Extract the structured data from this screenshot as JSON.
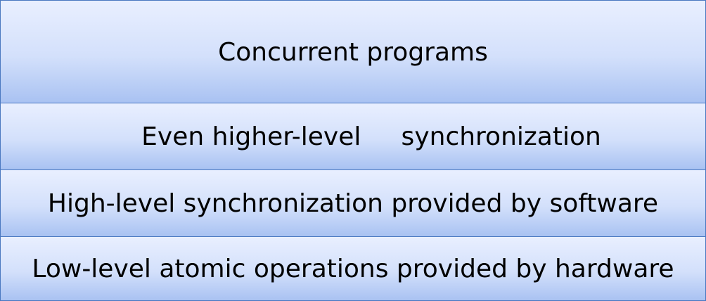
{
  "layers": [
    {
      "label": "Concurrent programs"
    },
    {
      "label": "Even higher-level     synchronization"
    },
    {
      "label": "High-level synchronization provided by software"
    },
    {
      "label": "Low-level atomic operations provided by hardware"
    }
  ],
  "colors": {
    "border": "#4a78c0",
    "fill_top": "#e9efff",
    "fill_bottom": "#a9c2f2",
    "text": "#000000"
  }
}
